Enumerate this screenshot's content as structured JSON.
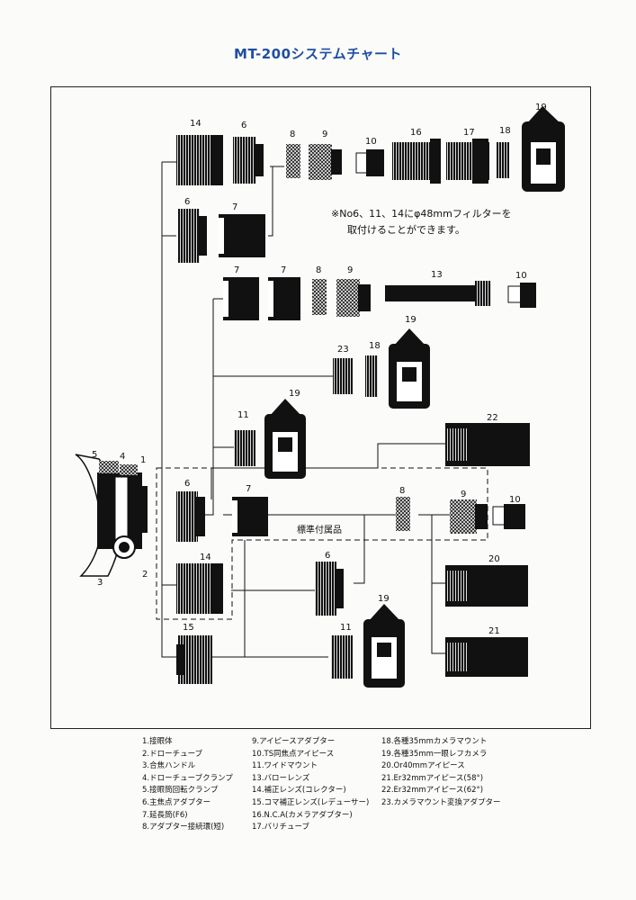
{
  "title": "MT-200システムチャート",
  "note_lines": [
    "※No6、11、14にφ48mmフィルターを",
    "取付けることができます。"
  ],
  "standard_accessories_label": "標準付属品",
  "component_numbers": [
    "1",
    "2",
    "3",
    "4",
    "5",
    "6",
    "7",
    "8",
    "9",
    "10",
    "11",
    "13",
    "14",
    "15",
    "16",
    "17",
    "18",
    "19",
    "20",
    "21",
    "22",
    "23"
  ],
  "legend": [
    [
      "1.接眼体",
      "2.ドローチューブ",
      "3.合焦ハンドル",
      "4.ドローチューブクランプ",
      "5.接眼筒回転クランプ",
      "6.主焦点アダプター",
      "7.延長筒(F6)",
      "8.アダプター接続環(短)"
    ],
    [
      "9.アイピースアダプター",
      "10.TS同焦点アイピース",
      "11.ワイドマウント",
      "13.バローレンズ",
      "14.補正レンズ(コレクター)",
      "15.コマ補正レンズ(レデューサー)",
      "16.N.C.A(カメラアダプター)",
      "17.バリチューブ"
    ],
    [
      "18.各種35mmカメラマウント",
      "19.各種35mm一眼レフカメラ",
      "20.Or40mmアイピース",
      "21.Er32mmアイピース(58°)",
      "22.Er32mmアイピース(62°)",
      "23.カメラマウント変換アダプター"
    ]
  ]
}
